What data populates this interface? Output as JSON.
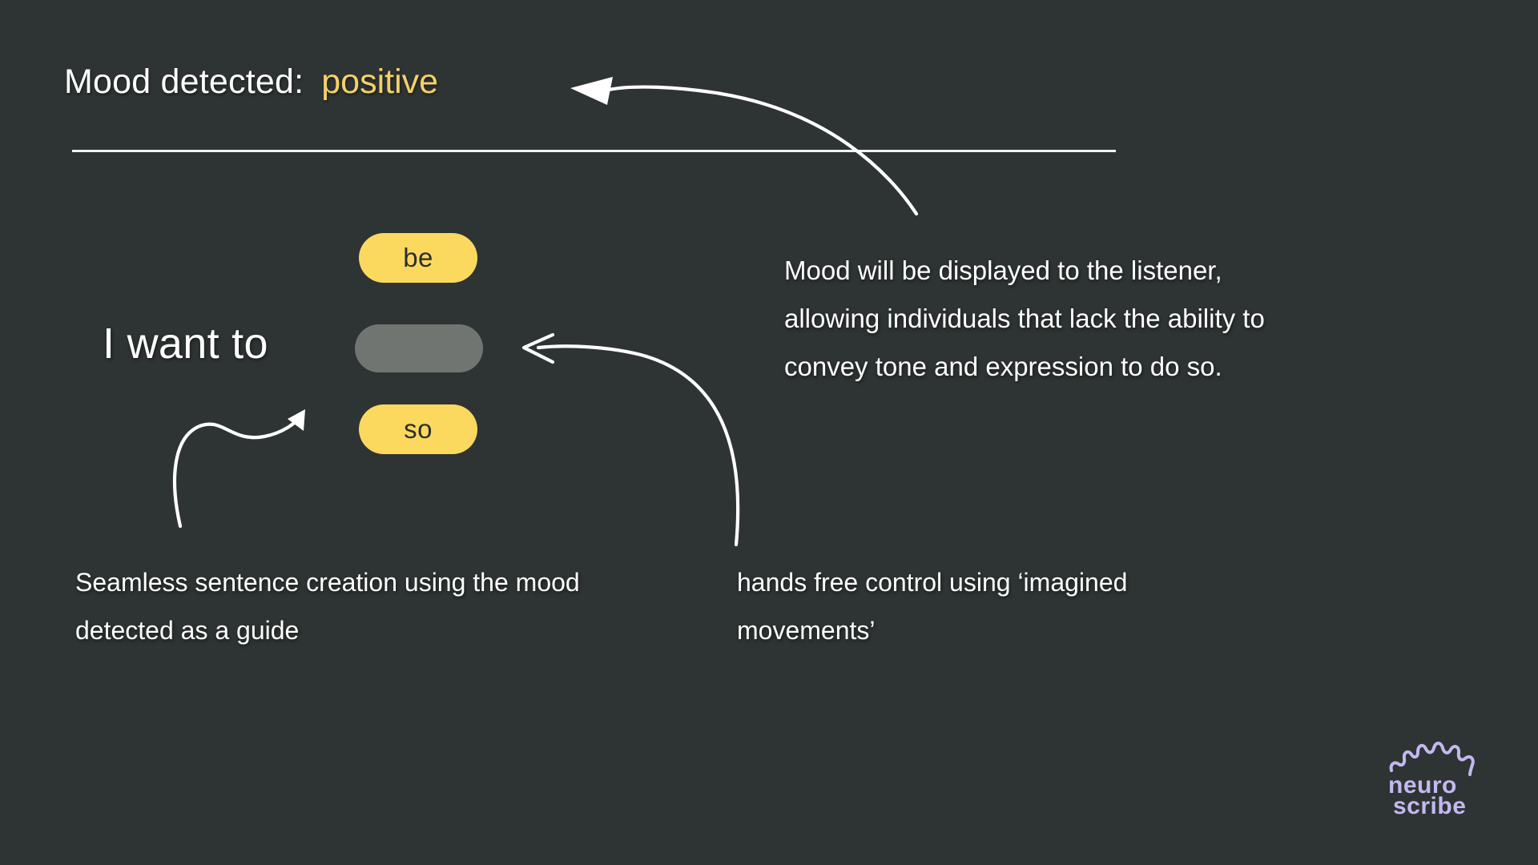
{
  "theme": {
    "background": "#2E3433",
    "text_primary": "#FFFFFF",
    "accent_yellow": "#F5D06A",
    "pill_yellow": "#FBD95F",
    "pill_gray": "#717572",
    "logo_purple": "#C4B8F0"
  },
  "header": {
    "label": "Mood detected:",
    "value": "positive"
  },
  "sentence": {
    "prefix": "I want to",
    "pills": [
      {
        "id": "be",
        "text": "be",
        "state": "suggested",
        "color": "#FBD95F"
      },
      {
        "id": "slot",
        "text": "",
        "state": "empty",
        "color": "#717572"
      },
      {
        "id": "so",
        "text": "so",
        "state": "suggested",
        "color": "#FBD95F"
      }
    ]
  },
  "annotations": {
    "mood_display": "Mood will be displayed to the listener, allowing individuals that lack the ability to convey tone and expression to do so.",
    "seamless": "Seamless sentence creation using the mood detected as a guide",
    "hands_free": "hands free control using ‘imagined movements’"
  },
  "arrows": [
    {
      "name": "arrow-to-mood-value",
      "head": "filled",
      "points_to": "positive"
    },
    {
      "name": "arrow-to-empty-pill",
      "head": "open",
      "points_to": "pill-slot"
    },
    {
      "name": "arrow-to-suggestions",
      "head": "filled",
      "points_to": "pill-so"
    }
  ],
  "logo": {
    "line1": "neuro",
    "line2": "scribe",
    "color": "#C4B8F0"
  }
}
